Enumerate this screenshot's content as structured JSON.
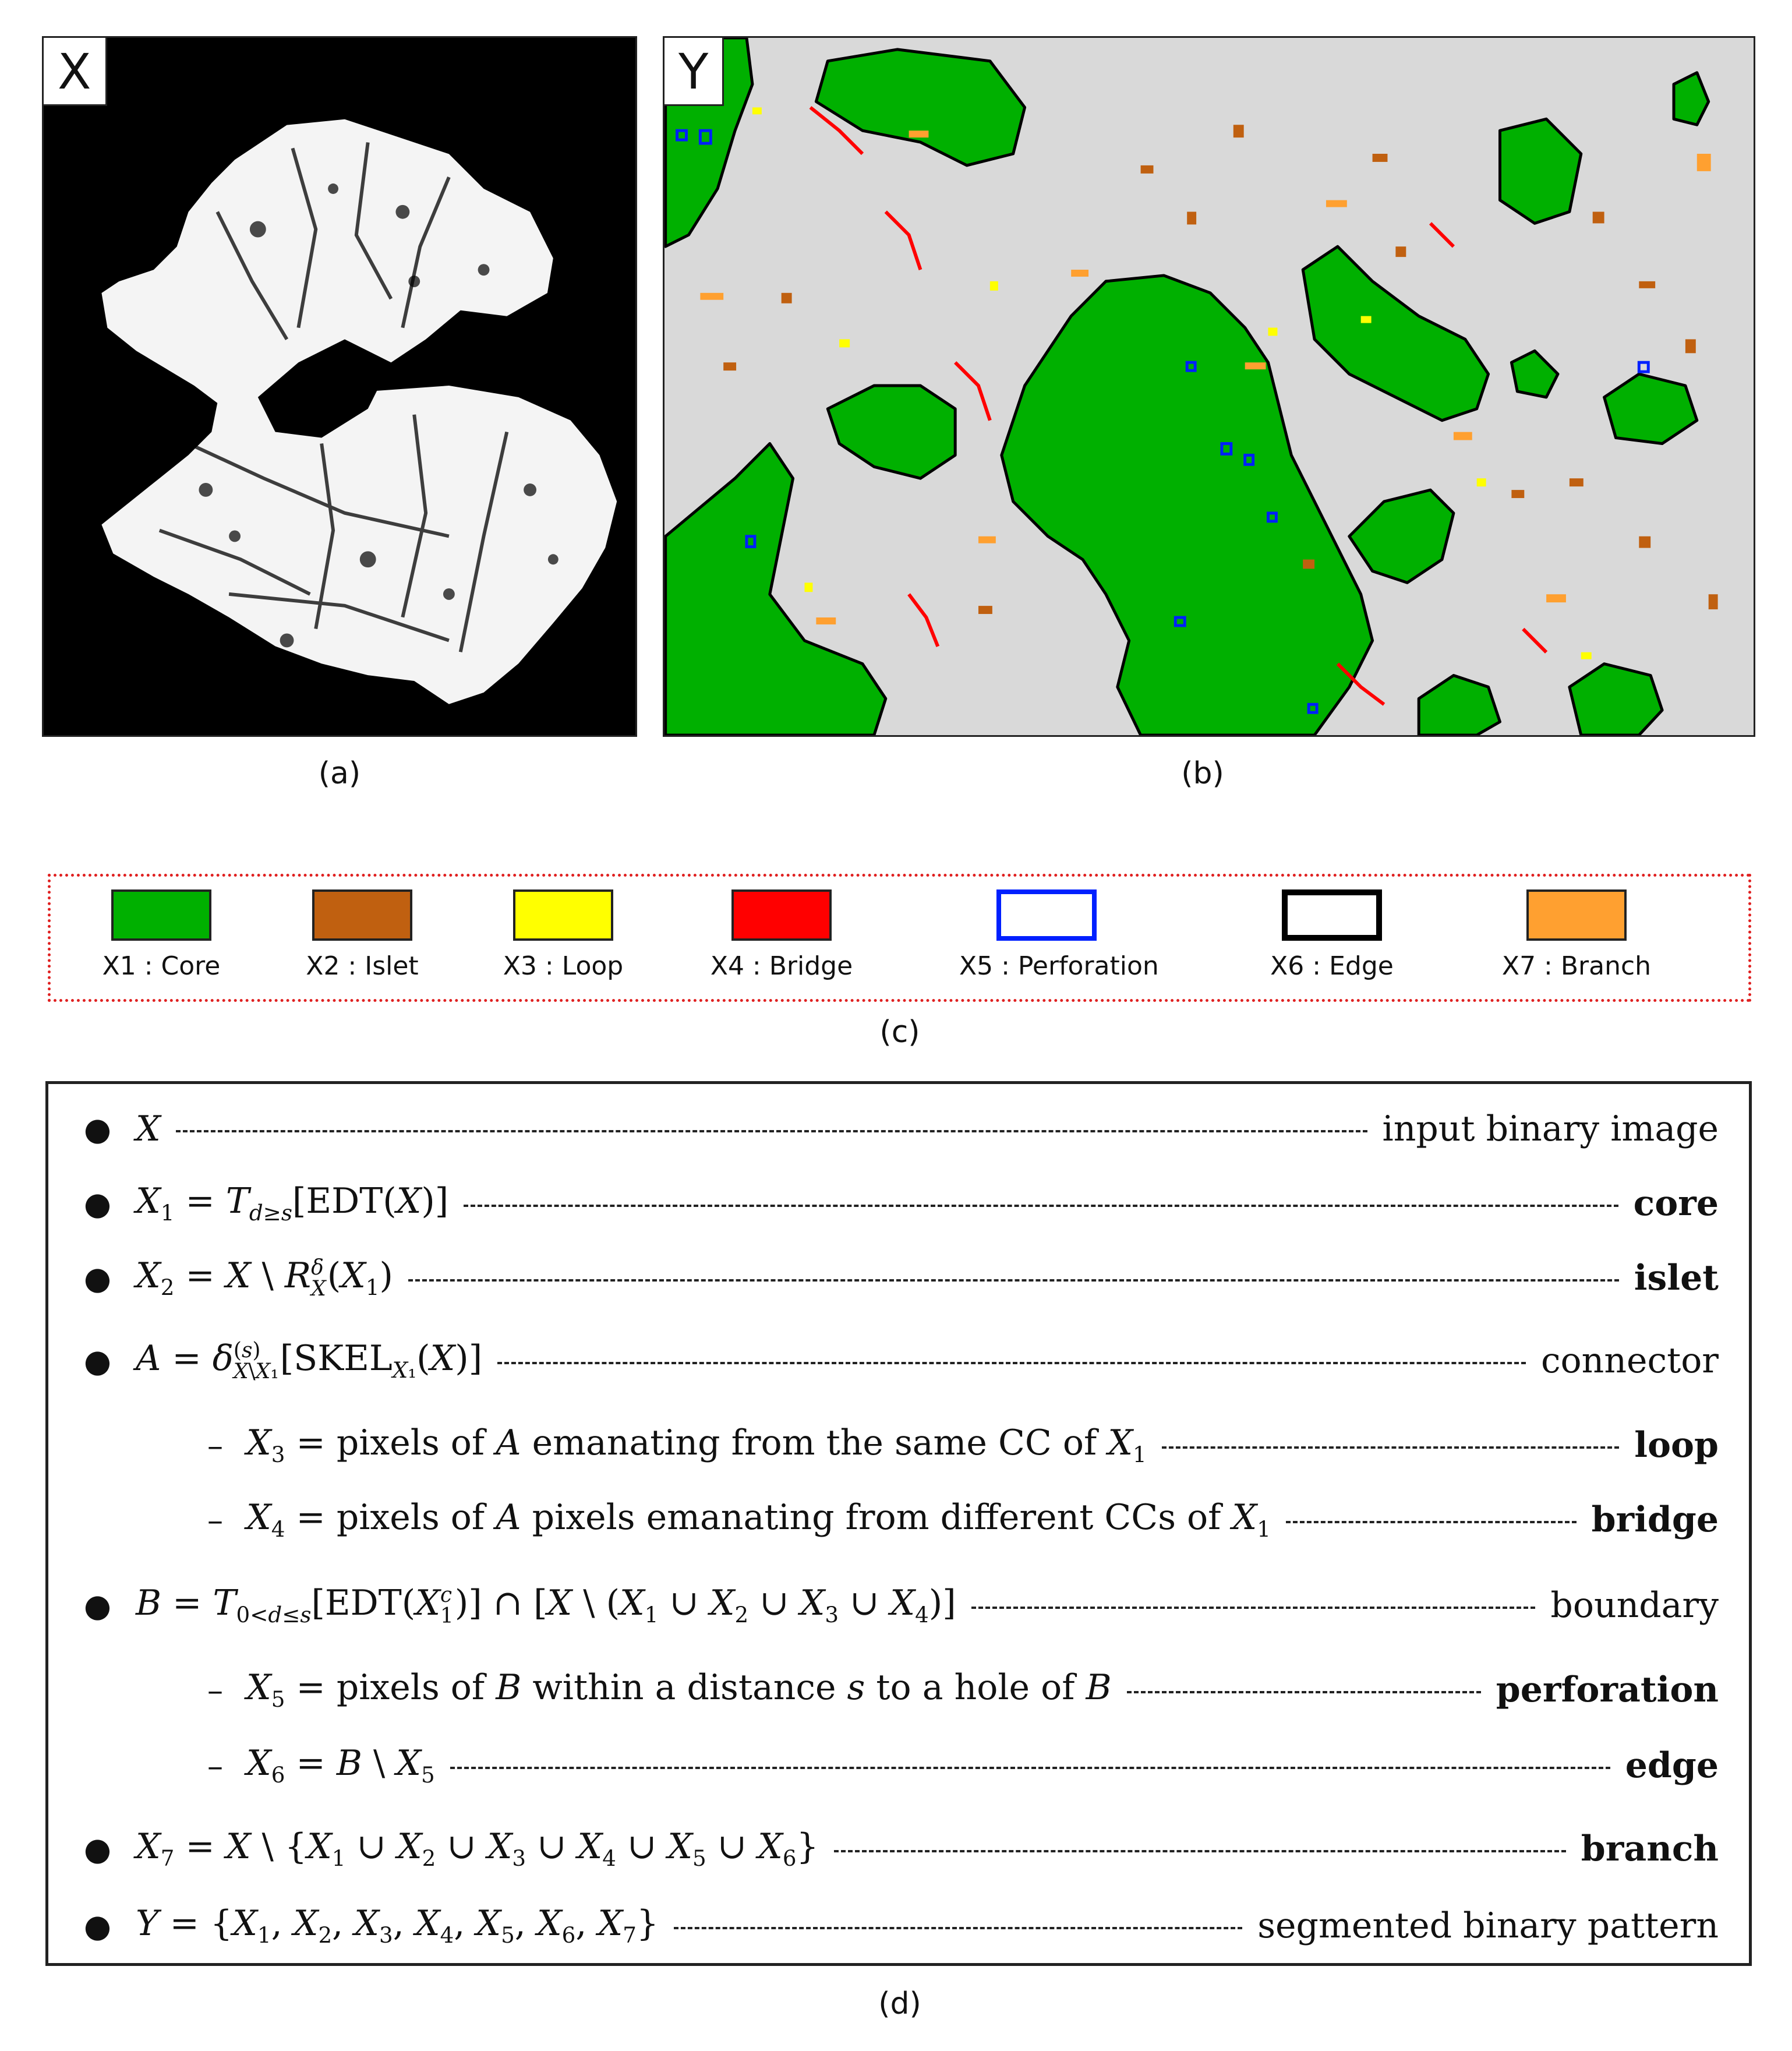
{
  "panel_a": {
    "corner_label": "X",
    "caption": "(a)"
  },
  "panel_b": {
    "corner_label": "Y",
    "caption": "(b)"
  },
  "legend": {
    "caption": "(c)",
    "items": [
      {
        "label": "X1 : Core",
        "color": "#00b000"
      },
      {
        "label": "X2 : Islet",
        "color": "#c06010"
      },
      {
        "label": "X3 : Loop",
        "color": "#ffff00"
      },
      {
        "label": "X4 : Bridge",
        "color": "#ff0000"
      },
      {
        "label": "X5 : Perforation",
        "color": "#0020ff"
      },
      {
        "label": "X6 : Edge",
        "color": "#000000"
      },
      {
        "label": "X7 : Branch",
        "color": "#ffa030"
      }
    ]
  },
  "formulas": {
    "caption": "(d)",
    "rows": [
      {
        "name": "input binary image"
      },
      {
        "name": "core"
      },
      {
        "name": "islet"
      },
      {
        "name": "connector"
      },
      {
        "text_1": "pixels of",
        "text_2": "emanating from the same CC of",
        "name": "loop"
      },
      {
        "text_1": "pixels of",
        "text_2": "pixels emanating from different CCs of",
        "name": "bridge"
      },
      {
        "name": "boundary"
      },
      {
        "text_1": "pixels of",
        "text_2": "within a distance",
        "text_3": "to a hole of",
        "name": "perforation"
      },
      {
        "name": "edge"
      },
      {
        "name": "branch"
      },
      {
        "name": "segmented binary pattern"
      }
    ]
  }
}
